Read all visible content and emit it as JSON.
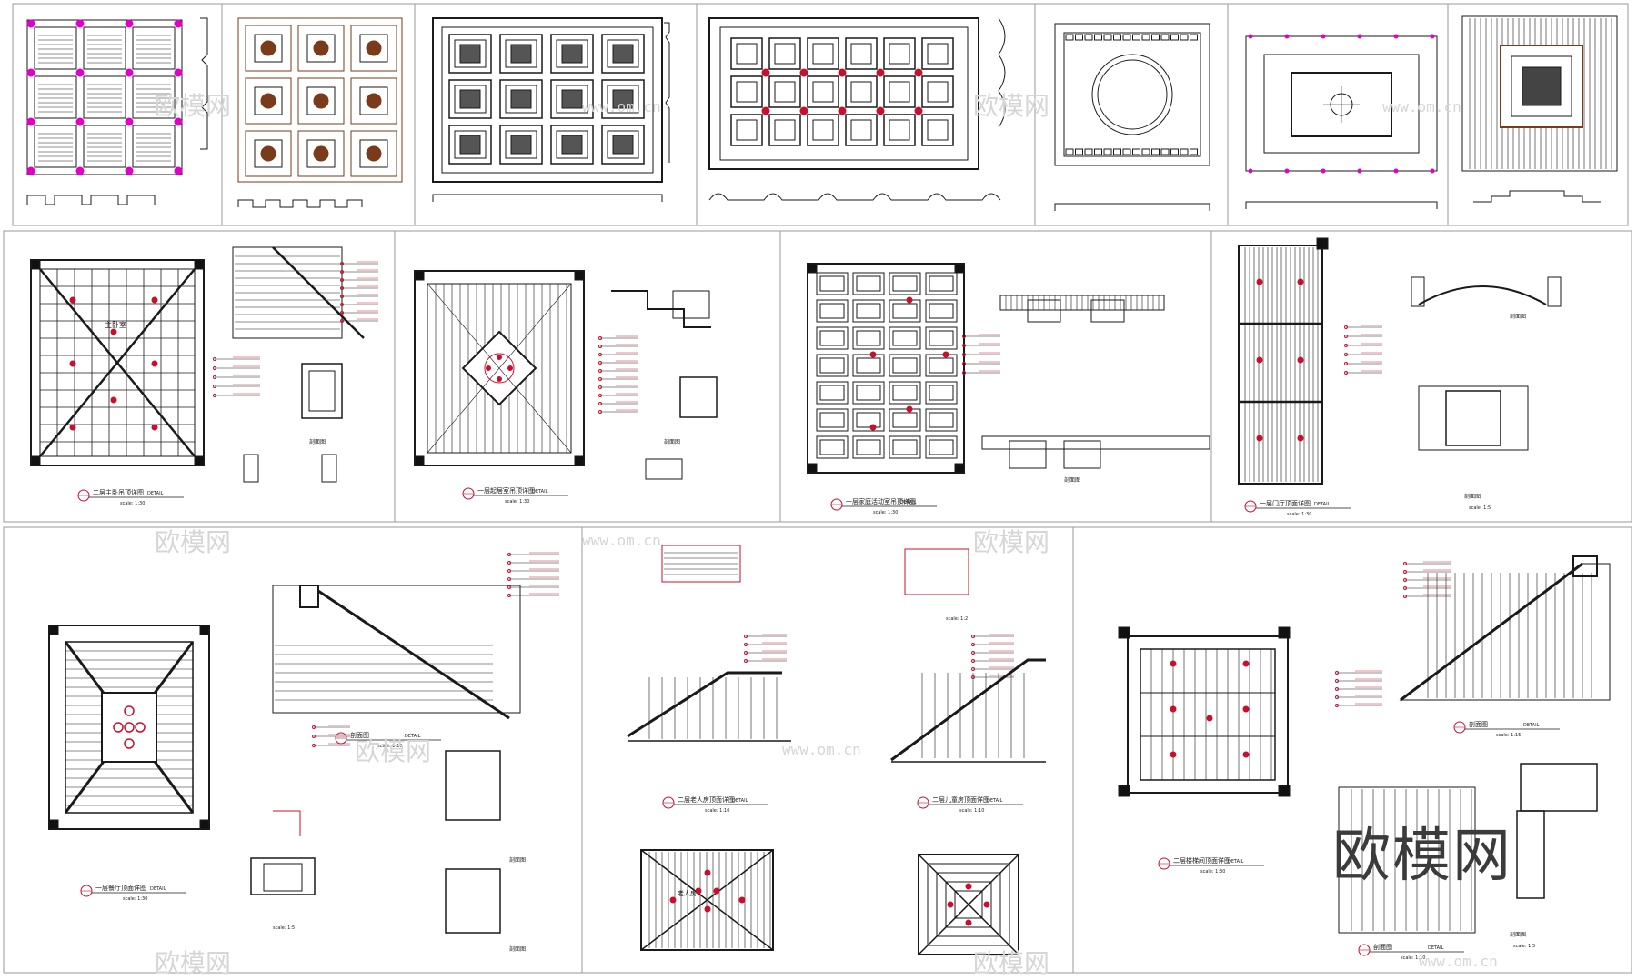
{
  "watermark": {
    "brand": "欧模网",
    "url": "www.om.cn"
  },
  "labels": {
    "detail": "DETAIL",
    "p8_title": "二层主卧吊顶详图",
    "p8_scale": "scale: 1:30",
    "p8_room": "主卧室",
    "p9_title": "一层起居室吊顶详图",
    "p9_scale": "scale: 1:30",
    "p10_title": "一层家庭活动室吊顶详图",
    "p10_scale": "scale: 1:30",
    "p11_title": "一层门厅顶面详图",
    "p11_scale": "scale: 1:30",
    "p12_title": "一层餐厅顶面详图",
    "p12_scale": "scale: 1:30",
    "p13_title1": "二层老人房顶面详图",
    "p13_title2": "二层儿童房顶面详图",
    "p13_room": "老人房",
    "p14_title": "二层楼梯间顶面详图",
    "p14_scale": "scale: 1:30",
    "section": "剖面图",
    "scale_15": "scale: 1:5",
    "scale_110": "scale: 1:10",
    "scale_12": "scale: 1:2",
    "scale_115": "scale: 1:15"
  },
  "colors": {
    "line": "#1a1a1a",
    "accent_red": "#c8102e",
    "magenta": "#e000c8",
    "brown": "#7a3b1a",
    "border": "#9a9a9a"
  }
}
